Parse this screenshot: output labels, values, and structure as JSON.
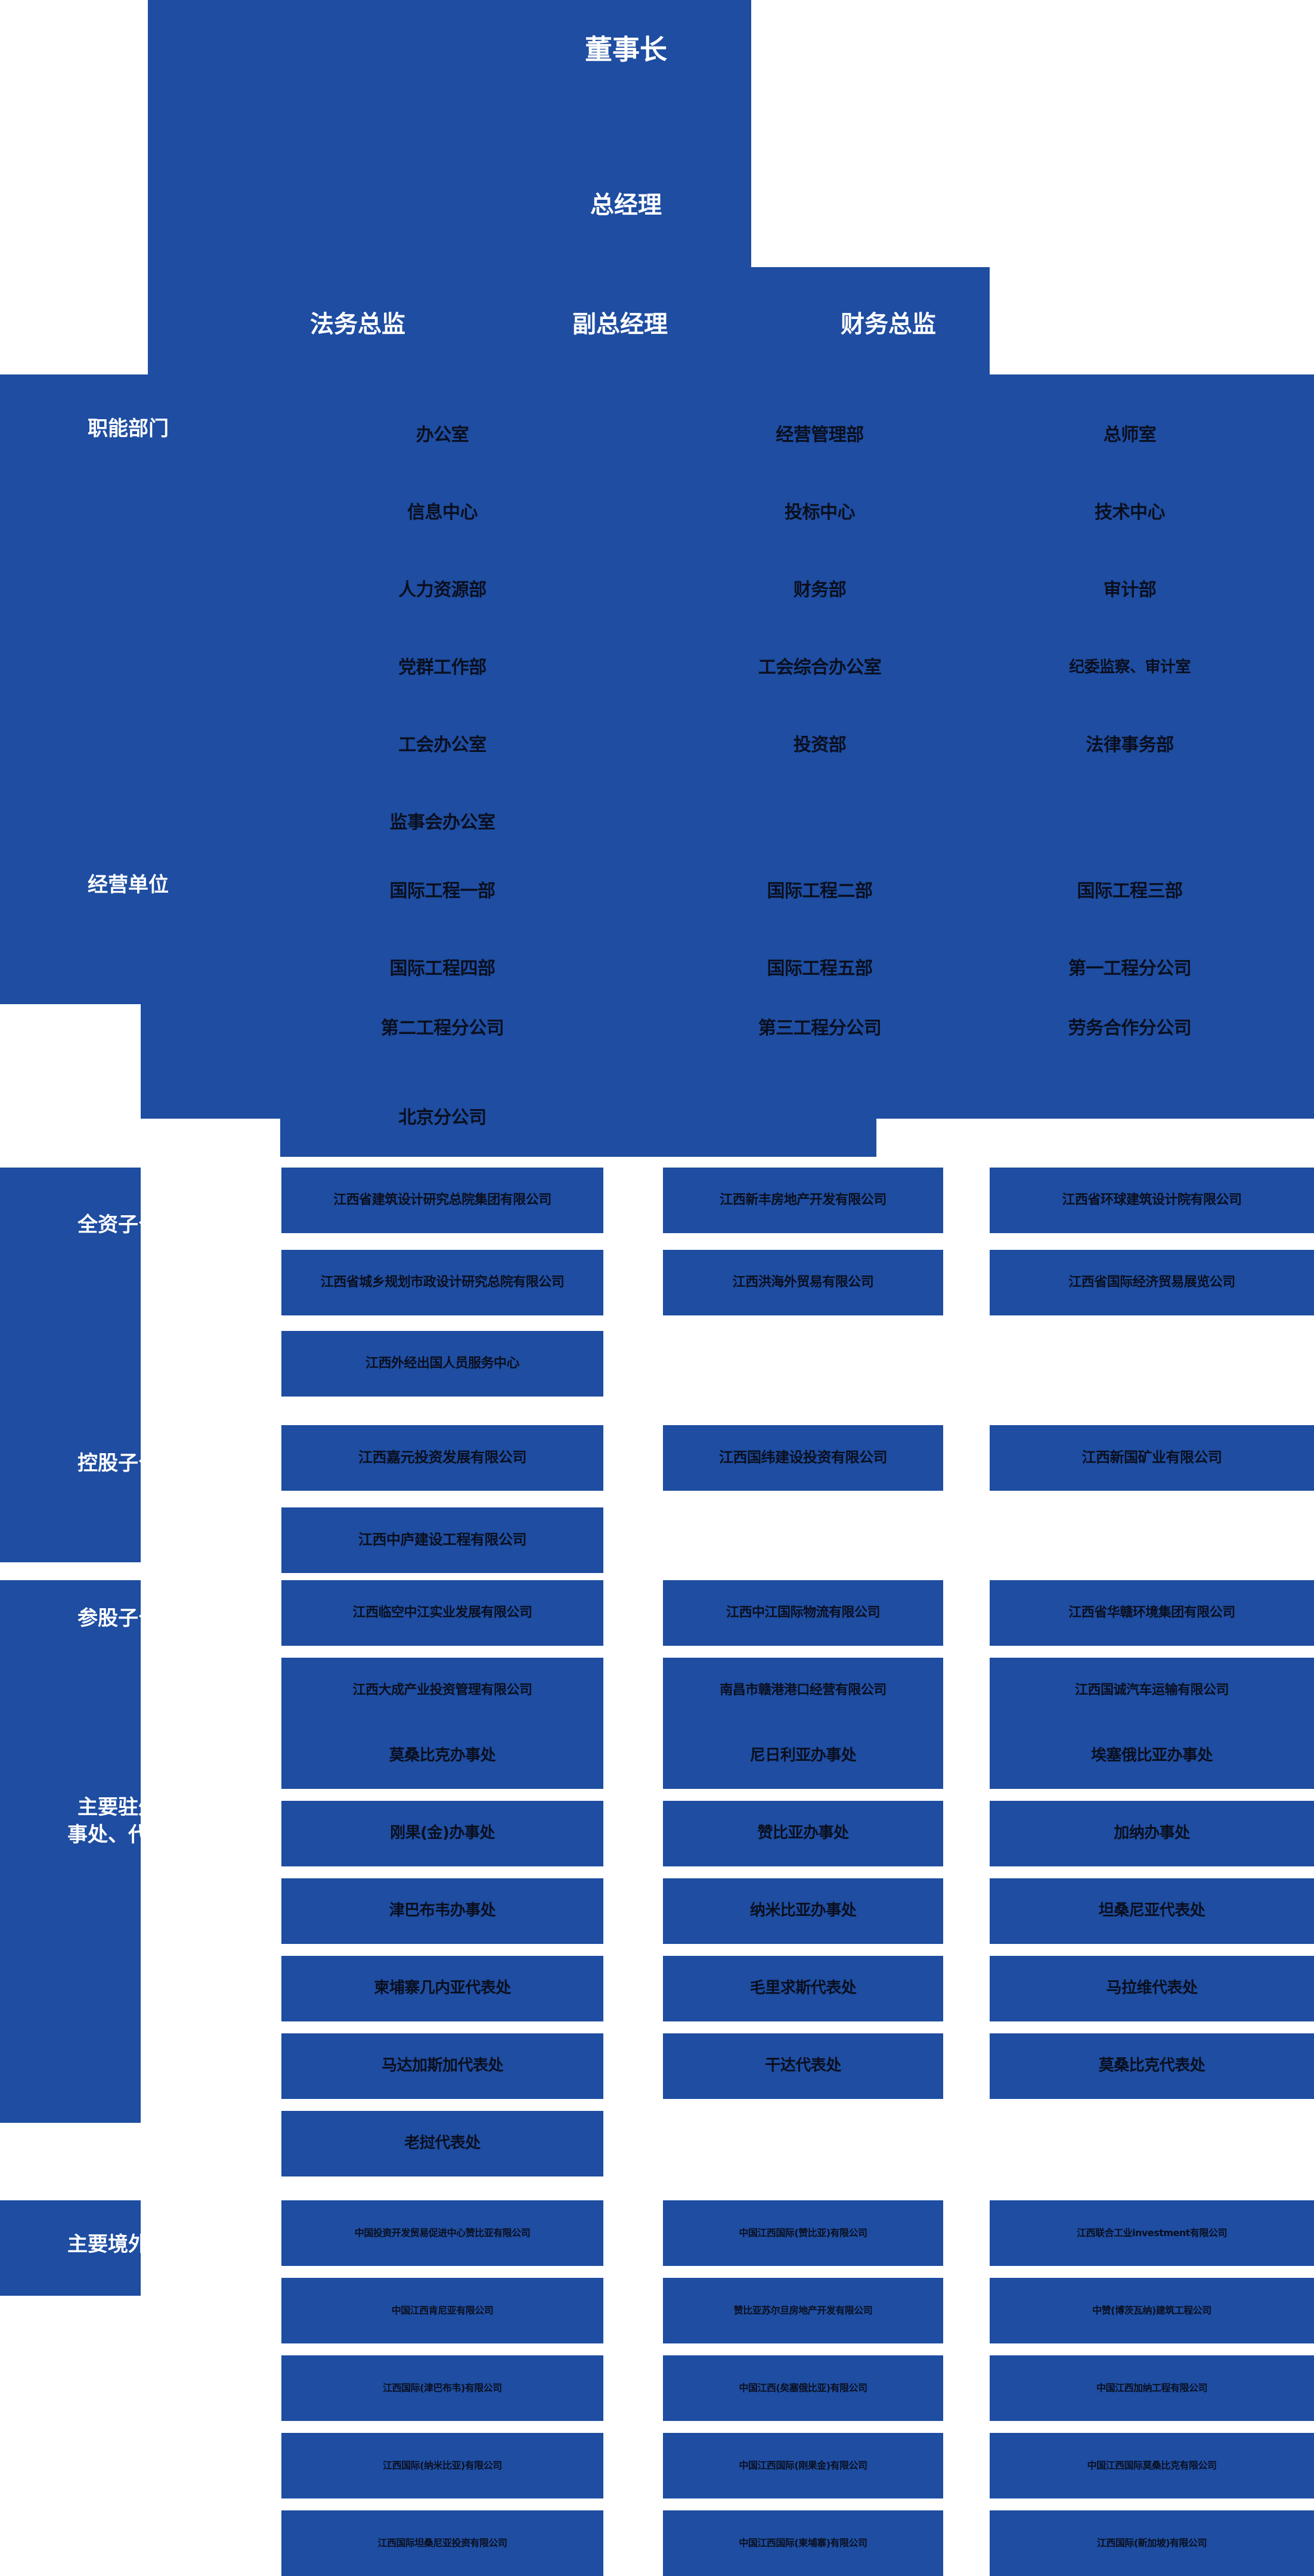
{
  "theme": {
    "blue": "#1e4da1",
    "white": "#ffffff",
    "dark_text": "#0a0f1f"
  },
  "executives": {
    "chairman": "董事长",
    "general_manager": "总经理",
    "legal_director": "法务总监",
    "deputy_general_manager": "副总经理",
    "finance_director": "财务总监"
  },
  "sections": [
    {
      "label": "职能部门",
      "rows": [
        [
          "办公室",
          "经营管理部",
          "总师室"
        ],
        [
          "信息中心",
          "投标中心",
          "技术中心"
        ],
        [
          "人力资源部",
          "财务部",
          "审计部"
        ],
        [
          "党群工作部",
          "工会综合办公室",
          "纪委监察、审计室"
        ],
        [
          "工会办公室",
          "投资部",
          "法律事务部"
        ],
        [
          "监事会办公室",
          "",
          ""
        ]
      ]
    },
    {
      "label": "经营单位",
      "rows": [
        [
          "国际工程一部",
          "国际工程二部",
          "国际工程三部"
        ],
        [
          "国际工程四部",
          "国际工程五部",
          "第一工程分公司"
        ],
        [
          "第二工程分公司",
          "第三工程分公司",
          "劳务合作分公司"
        ],
        [
          "北京分公司",
          "",
          ""
        ]
      ]
    },
    {
      "label": "全资子公司",
      "rows": [
        [
          "江西省建筑设计研究总院集团有限公司",
          "江西新丰房地产开发有限公司",
          "江西省环球建筑设计院有限公司"
        ],
        [
          "江西省城乡规划市政设计研究总院有限公司",
          "江西洪海外贸易有限公司",
          "江西省国际经济贸易展览公司"
        ],
        [
          "江西外经出国人员服务中心",
          "",
          ""
        ]
      ]
    },
    {
      "label": "控股子公司",
      "rows": [
        [
          "江西嘉元投资发展有限公司",
          "江西国纬建设投资有限公司",
          "江西新国矿业有限公司"
        ],
        [
          "江西中庐建设工程有限公司",
          "",
          ""
        ]
      ]
    },
    {
      "label": "参股子公司",
      "rows": [
        [
          "江西临空中江实业发展有限公司",
          "江西中江国际物流有限公司",
          "江西省华赣环境集团有限公司"
        ],
        [
          "江西大成产业投资管理有限公司",
          "南昌市赣港港口经营有限公司",
          "江西国诚汽车运输有限公司"
        ]
      ]
    },
    {
      "label": "主要驻外办\n事处、代表处",
      "rows": [
        [
          "莫桑比克办事处",
          "尼日利亚办事处",
          "埃塞俄比亚办事处"
        ],
        [
          "刚果(金)办事处",
          "赞比亚办事处",
          "加纳办事处"
        ],
        [
          "津巴布韦办事处",
          "纳米比亚办事处",
          "坦桑尼亚代表处"
        ],
        [
          "柬埔寨几内亚代表处",
          "毛里求斯代表处",
          "马拉维代表处"
        ],
        [
          "马达加斯加代表处",
          "干达代表处",
          "莫桑比克代表处"
        ],
        [
          "老挝代表处",
          "",
          ""
        ]
      ]
    },
    {
      "label": "主要境外企业",
      "rows": [
        [
          "中国投资开发贸易促进中心赞比亚有限公司",
          "中国江西国际(赞比亚)有限公司",
          "江西联合工业investment有限公司"
        ],
        [
          "中国江西肯尼亚有限公司",
          "赞比亚苏尔旦房地产开发有限公司",
          "中赞(博茨瓦纳)建筑工程公司"
        ],
        [
          "江西国际(津巴布韦)有限公司",
          "中国江西(矣塞俄比亚)有限公司",
          "中国江西加纳工程有限公司"
        ],
        [
          "江西国际(纳米比亚)有限公司",
          "中国江西国际(刚果金)有限公司",
          "中国江西国际莫桑比克有限公司"
        ],
        [
          "江西国际坦桑尼亚投资有限公司",
          "中国江西国际(柬埔寨)有限公司",
          "江西国际(新加坡)有限公司"
        ]
      ]
    }
  ]
}
